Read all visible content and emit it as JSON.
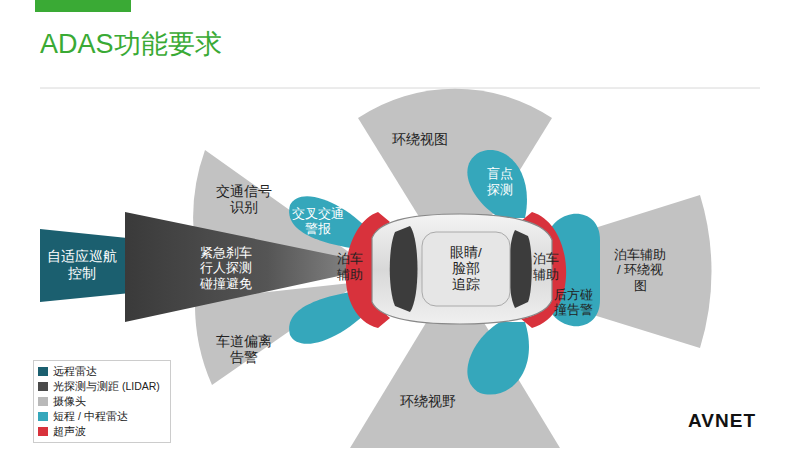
{
  "diagram": {
    "title": "ADAS功能要求",
    "nodes": [
      {
        "text": [
          "自适应巡航控制"
        ]
      },
      {
        "text": [
          "交通信号识别"
        ]
      },
      {
        "text": [
          "交叉交通警报"
        ]
      },
      {
        "text": [
          "紧急刹车 行人探测 碰撞避免"
        ]
      },
      {
        "text": [
          "泊车辅助"
        ]
      },
      {
        "text": [
          "环绕视图"
        ]
      },
      {
        "text": [
          "盲点探测"
        ]
      },
      {
        "text": [
          "眼睛/脸部追踪"
        ]
      },
      {
        "text": [
          "泊车辅助"
        ]
      },
      {
        "text": [
          "泊车辅助 / 环绕视图"
        ]
      },
      {
        "text": [
          "后方碰撞告警"
        ]
      },
      {
        "text": [
          "车道偏离告警"
        ]
      },
      {
        "text": [
          "环绕视野"
        ]
      }
    ],
    "labels": [
      "AVNET"
    ],
    "legend": [
      {
        "text": "远程雷达",
        "color": "#1b5f6f"
      },
      {
        "text": "光探测与测距 (LIDAR)",
        "color": "#4a4a4a"
      },
      {
        "text": "摄像头",
        "color": "#b9b9b9"
      },
      {
        "text": "短程 / 中程雷达",
        "color": "#35a7bb"
      },
      {
        "text": "超声波",
        "color": "#d8323c"
      }
    ]
  }
}
